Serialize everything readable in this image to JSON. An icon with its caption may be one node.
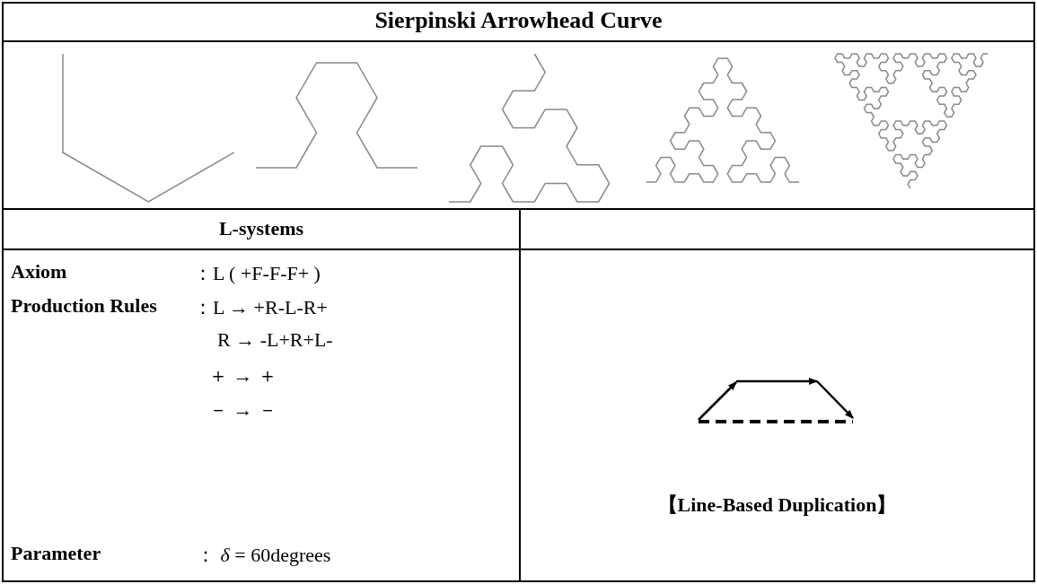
{
  "diagram": {
    "title": "Sierpinski Arrowhead Curve",
    "labels": [
      "L-systems",
      "Axiom",
      "：L ( +F-F-F+ )",
      "Production Rules",
      "：L → +R-L-R+",
      "R → -L+R+L-",
      "＋ → ＋",
      "－ → －",
      "Parameter",
      "： *δ* = 60degrees",
      "【Line-Based Duplication】"
    ]
  }
}
